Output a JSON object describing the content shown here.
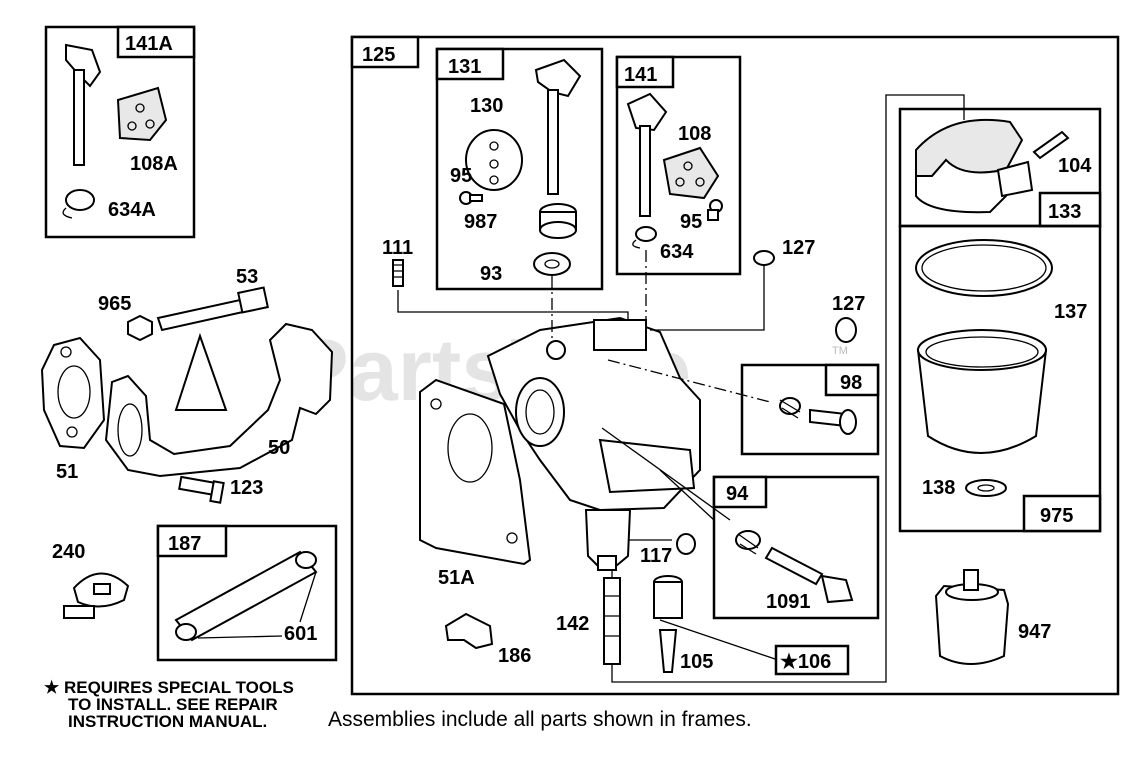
{
  "watermark": "PartsTree",
  "trademark": "TM",
  "frames": {
    "f141A": "141A",
    "f125": "125",
    "f131": "131",
    "f141": "141",
    "f133": "133",
    "f975": "975",
    "f98": "98",
    "f94": "94",
    "f187": "187",
    "f106": "★106"
  },
  "labels": {
    "p108A": "108A",
    "p634A": "634A",
    "p53": "53",
    "p965": "965",
    "p50": "50",
    "p51": "51",
    "p123": "123",
    "p240": "240",
    "p601": "601",
    "p130": "130",
    "p95a": "95",
    "p987": "987",
    "p93": "93",
    "p108": "108",
    "p95b": "95",
    "p634": "634",
    "p111": "111",
    "p127a": "127",
    "p127b": "127",
    "p104": "104",
    "p137": "137",
    "p138": "138",
    "p51A": "51A",
    "p117": "117",
    "p1091": "1091",
    "p142": "142",
    "p105": "105",
    "p186": "186",
    "p947": "947"
  },
  "notes": {
    "line1": "★ REQUIRES SPECIAL TOOLS",
    "line2": "TO INSTALL.  SEE REPAIR",
    "line3": "INSTRUCTION MANUAL.",
    "assemblies": "Assemblies include all parts shown in frames."
  }
}
